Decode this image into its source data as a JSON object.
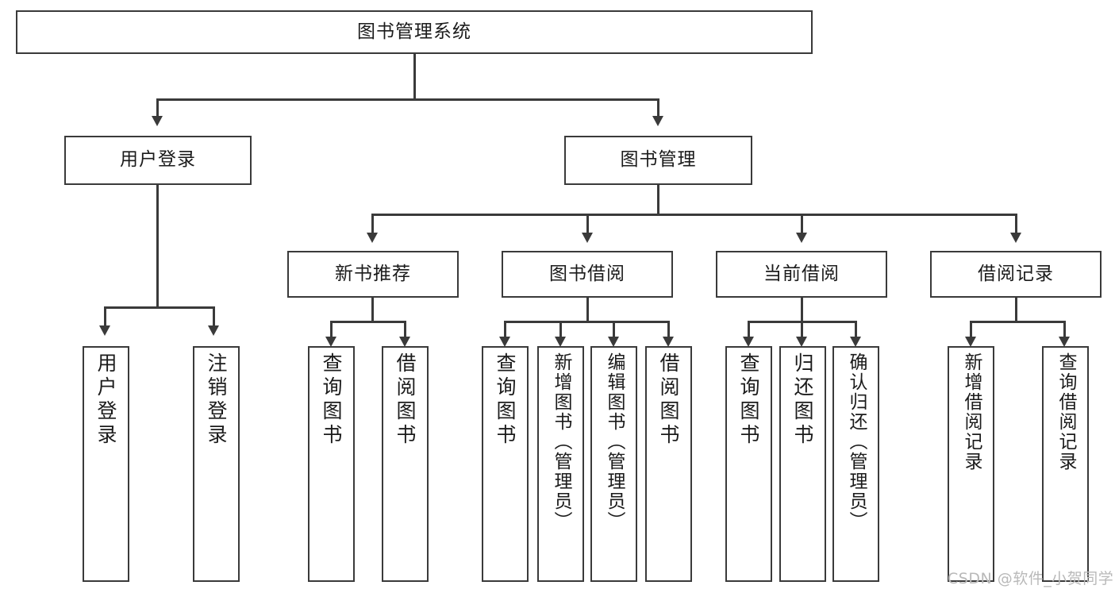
{
  "diagram": {
    "title": "图书管理系统",
    "type": "hierarchy-tree",
    "root": {
      "label": "图书管理系统"
    },
    "level2": [
      {
        "label": "用户登录"
      },
      {
        "label": "图书管理"
      }
    ],
    "level3": [
      {
        "label": "新书推荐"
      },
      {
        "label": "图书借阅"
      },
      {
        "label": "当前借阅"
      },
      {
        "label": "借阅记录"
      }
    ],
    "leaves": {
      "user_login": [
        {
          "label": "用户登录"
        },
        {
          "label": "注销登录"
        }
      ],
      "new_book_recommend": [
        {
          "label": "查询图书"
        },
        {
          "label": "借阅图书"
        }
      ],
      "book_borrow": [
        {
          "label": "查询图书"
        },
        {
          "label": "新增图书（管理员）"
        },
        {
          "label": "编辑图书（管理员）"
        },
        {
          "label": "借阅图书"
        }
      ],
      "current_borrow": [
        {
          "label": "查询图书"
        },
        {
          "label": "归还图书"
        },
        {
          "label": "确认归还（管理员）"
        }
      ],
      "borrow_records": [
        {
          "label": "新增借阅记录"
        },
        {
          "label": "查询借阅记录"
        }
      ]
    }
  },
  "watermark": {
    "text": "CSDN @软件_小贺同学"
  },
  "colors": {
    "stroke": "#3a3a3a",
    "text": "#1b1b1b",
    "background": "#ffffff",
    "watermark": "#b9b9b9"
  }
}
